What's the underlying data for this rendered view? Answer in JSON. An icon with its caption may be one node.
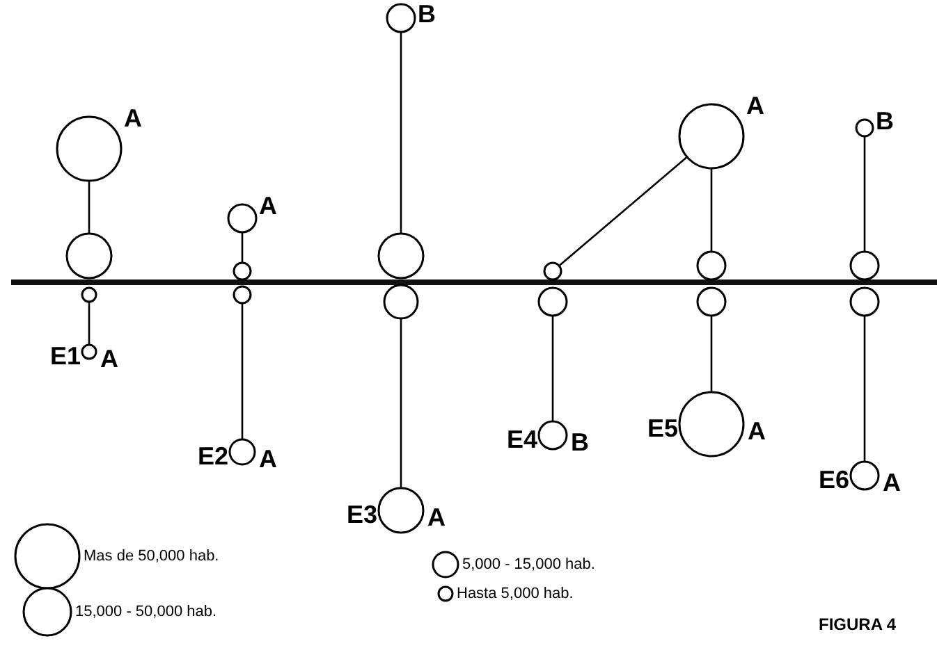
{
  "diagram": {
    "nodes": [
      {
        "text": [],
        "shape": "circle",
        "beside": [
          "A"
        ]
      },
      {
        "text": [],
        "shape": "circle"
      },
      {
        "text": [],
        "shape": "circle"
      },
      {
        "text": [],
        "shape": "circle",
        "beside": [
          "E1",
          "A"
        ]
      },
      {
        "text": [],
        "shape": "circle",
        "beside": [
          "A"
        ]
      },
      {
        "text": [],
        "shape": "circle"
      },
      {
        "text": [],
        "shape": "circle"
      },
      {
        "text": [],
        "shape": "circle",
        "beside": [
          "E2",
          "A"
        ]
      },
      {
        "text": [],
        "shape": "circle",
        "beside": [
          "B"
        ]
      },
      {
        "text": [],
        "shape": "circle"
      },
      {
        "text": [],
        "shape": "circle"
      },
      {
        "text": [],
        "shape": "circle",
        "beside": [
          "E3",
          "A"
        ]
      },
      {
        "text": [],
        "shape": "circle"
      },
      {
        "text": [],
        "shape": "circle"
      },
      {
        "text": [],
        "shape": "circle",
        "beside": [
          "E4",
          "B"
        ]
      },
      {
        "text": [],
        "shape": "circle",
        "beside": [
          "A"
        ]
      },
      {
        "text": [],
        "shape": "circle"
      },
      {
        "text": [],
        "shape": "circle"
      },
      {
        "text": [],
        "shape": "circle",
        "beside": [
          "E5",
          "A"
        ]
      },
      {
        "text": [],
        "shape": "circle",
        "beside": [
          "B"
        ]
      },
      {
        "text": [],
        "shape": "circle"
      },
      {
        "text": [],
        "shape": "circle"
      },
      {
        "text": [],
        "shape": "circle",
        "beside": [
          "E6",
          "A"
        ]
      }
    ],
    "edges": [
      {
        "from": 0,
        "to": 1,
        "arrow": "none"
      },
      {
        "from": 2,
        "to": 3,
        "arrow": "none"
      },
      {
        "from": 4,
        "to": 5,
        "arrow": "none"
      },
      {
        "from": 6,
        "to": 7,
        "arrow": "none"
      },
      {
        "from": 8,
        "to": 9,
        "arrow": "none"
      },
      {
        "from": 10,
        "to": 11,
        "arrow": "none"
      },
      {
        "from": 15,
        "to": 12,
        "arrow": "none"
      },
      {
        "from": 13,
        "to": 14,
        "arrow": "none"
      },
      {
        "from": 15,
        "to": 16,
        "arrow": "none"
      },
      {
        "from": 17,
        "to": 18,
        "arrow": "none"
      },
      {
        "from": 19,
        "to": 20,
        "arrow": "none"
      },
      {
        "from": 21,
        "to": 22,
        "arrow": "none"
      }
    ],
    "labels": [
      "FIGURA 4"
    ],
    "legend": [
      {
        "text": "Mas de 50,000 hab."
      },
      {
        "text": "15,000 - 50,000 hab."
      },
      {
        "text": "5,000 - 15,000 hab."
      },
      {
        "text": "Hasta 5,000 hab."
      }
    ]
  }
}
